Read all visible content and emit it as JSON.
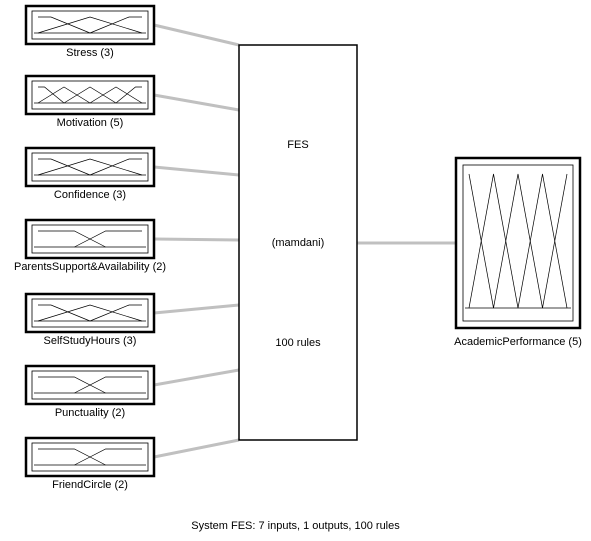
{
  "system": {
    "name": "FES",
    "method": "(mamdani)",
    "rules_label": "100 rules",
    "footer": "System FES: 7 inputs, 1 outputs, 100 rules"
  },
  "inputs": [
    {
      "label": "Stress (3)",
      "mf_count": 3
    },
    {
      "label": "Motivation (5)",
      "mf_count": 5
    },
    {
      "label": "Confidence (3)",
      "mf_count": 3
    },
    {
      "label": "ParentsSupport&Availability (2)",
      "mf_count": 2
    },
    {
      "label": "SelfStudyHours (3)",
      "mf_count": 3
    },
    {
      "label": "Punctuality (2)",
      "mf_count": 2
    },
    {
      "label": "FriendCircle (2)",
      "mf_count": 2
    }
  ],
  "output": {
    "label": "AcademicPerformance (5)",
    "mf_count": 5
  },
  "colors": {
    "connector": "#c0c0c0",
    "border": "#000000",
    "mf_line": "#000000"
  }
}
